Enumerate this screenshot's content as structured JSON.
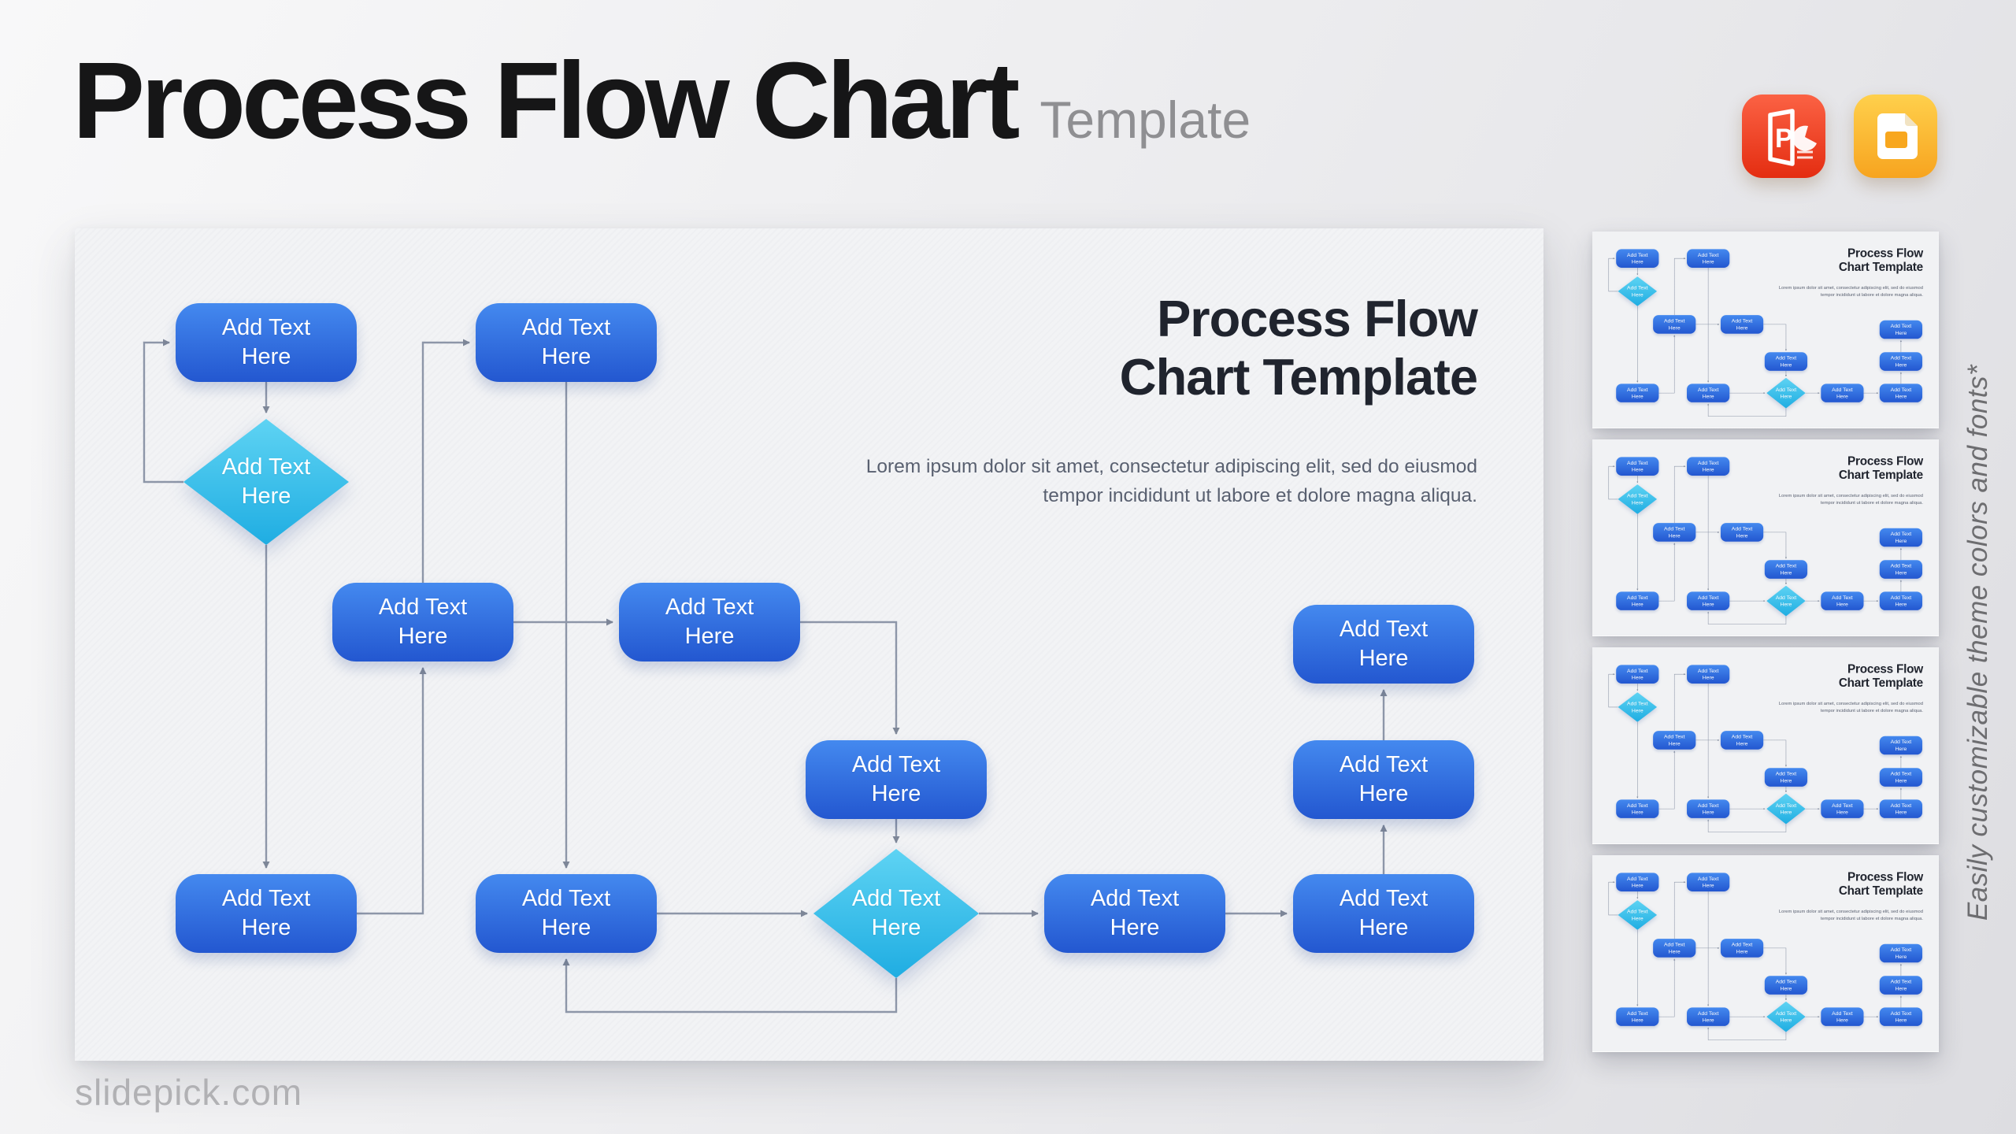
{
  "page": {
    "title": "Process Flow Chart",
    "title_suffix": "Template",
    "side_note": "Easily customizable theme colors and fonts*",
    "footer_link": "slidepick.com"
  },
  "export_icons": [
    {
      "icon": "powerpoint-icon",
      "brand_color": "#ee3d1c"
    },
    {
      "icon": "google-slides-icon",
      "brand_color": "#f9a61d"
    }
  ],
  "slide": {
    "heading_line1": "Process Flow",
    "heading_line2": "Chart Template",
    "paragraph": "Lorem ipsum dolor sit amet, consectetur adipiscing elit, sed do eiusmod tempor incididunt ut labore et dolore magna aliqua.",
    "nodes": [
      {
        "id": "rect-top-left",
        "type": "rect",
        "label": "Add Text Here"
      },
      {
        "id": "rect-top-second",
        "type": "rect",
        "label": "Add Text Here"
      },
      {
        "id": "diamond-left",
        "type": "diamond",
        "label": "Add Text Here"
      },
      {
        "id": "rect-mid-left",
        "type": "rect",
        "label": "Add Text Here"
      },
      {
        "id": "rect-mid-right",
        "type": "rect",
        "label": "Add Text Here"
      },
      {
        "id": "rect-center",
        "type": "rect",
        "label": "Add Text Here"
      },
      {
        "id": "rect-right-top",
        "type": "rect",
        "label": "Add Text Here"
      },
      {
        "id": "rect-right-middle",
        "type": "rect",
        "label": "Add Text Here"
      },
      {
        "id": "rect-bottom-left",
        "type": "rect",
        "label": "Add Text Here"
      },
      {
        "id": "rect-bottom-second",
        "type": "rect",
        "label": "Add Text Here"
      },
      {
        "id": "diamond-bottom",
        "type": "diamond",
        "label": "Add Text Here"
      },
      {
        "id": "rect-bottom-third",
        "type": "rect",
        "label": "Add Text Here"
      },
      {
        "id": "rect-bottom-right",
        "type": "rect",
        "label": "Add Text Here"
      }
    ],
    "colors": {
      "rect_top": "#4489ef",
      "rect_bottom": "#2357d0",
      "diamond_top": "#5ed3f3",
      "diamond_bottom": "#1fade2",
      "connector": "#8d96a8",
      "heading": "#20242e",
      "paragraph": "#596070",
      "slide_bg": "#f2f3f5"
    }
  },
  "thumbnails": {
    "items": [
      {
        "name": "green-orange-theme",
        "vars": "--node-a:#94c83d;--node-b:#63a027;--dia-a:#f28a3c;--dia-b:#e0551c;--slide-bg:#fdfdfe"
      },
      {
        "name": "orange-purple-theme",
        "vars": "--node-a:#f5a54e;--node-b:#e87d1e;--dia-a:#b164ec;--dia-b:#8d2bd8;--slide-bg:#fdfdfe"
      },
      {
        "name": "red-yellow-theme",
        "vars": "--node-a:#e94e24;--node-b:#c92f10;--dia-a:#ecd930;--dia-b:#d6bd12;--slide-bg:#fdfdfe"
      },
      {
        "name": "purple-crimson-theme",
        "vars": "--node-a:#ad53de;--node-b:#8c28c4;--dia-a:#ee3f5f;--dia-b:#d91d40;--slide-bg:#fdfdfe"
      }
    ]
  }
}
